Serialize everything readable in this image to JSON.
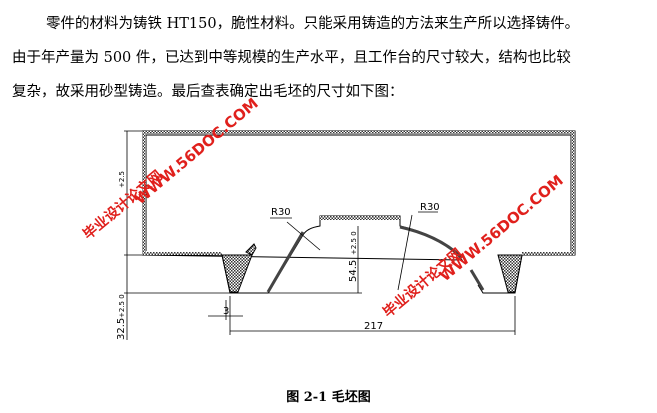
{
  "paragraph": {
    "lines": [
      "零件的材料为铸铁 HT150，脆性材料。只能采用铸造的方法来生产所以选择铸件。",
      "由于年产量为 500 件，已达到中等规模的生产水平，且工作台的尺寸较大，结构也比较",
      "复杂，故采用砂型铸造。最后查表确定出毛坯的尺寸如下图："
    ]
  },
  "drawing": {
    "labels": {
      "r_left": "R30",
      "r_right": "R30",
      "height_center": "54.5",
      "height_center_tol": "+2.5 0",
      "height_left_bottom": "32.5",
      "height_left_bottom_tol": "+2.5 0",
      "height_left_top_tol": "+2.5",
      "width_bottom": "217",
      "wall": "3"
    },
    "watermarks": [
      "WWW.56DOC.COM",
      "毕业设计论文网"
    ],
    "colors": {
      "watermark": "#e0201c",
      "line": "#000000"
    }
  },
  "caption": "图 2-1 毛坯图"
}
